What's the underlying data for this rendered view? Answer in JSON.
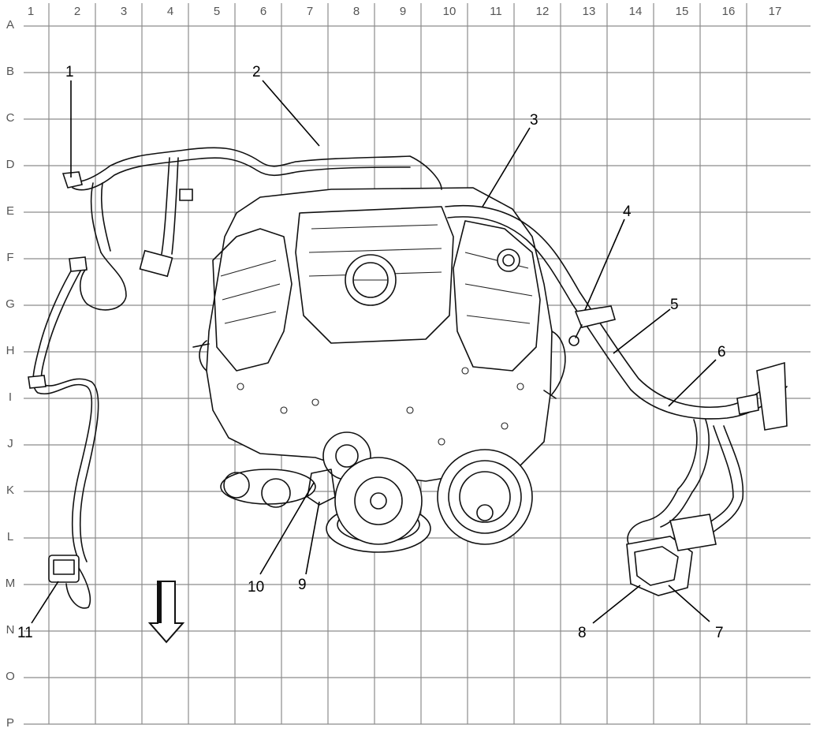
{
  "grid": {
    "columns": [
      "1",
      "2",
      "3",
      "4",
      "5",
      "6",
      "7",
      "8",
      "9",
      "10",
      "11",
      "12",
      "13",
      "14",
      "15",
      "16",
      "17"
    ],
    "rows": [
      "A",
      "B",
      "C",
      "D",
      "E",
      "F",
      "G",
      "H",
      "I",
      "J",
      "K",
      "L",
      "M",
      "N",
      "O",
      "P"
    ]
  },
  "callouts": [
    {
      "id": "callout-1",
      "label": "1"
    },
    {
      "id": "callout-2",
      "label": "2"
    },
    {
      "id": "callout-3",
      "label": "3"
    },
    {
      "id": "callout-4",
      "label": "4"
    },
    {
      "id": "callout-5",
      "label": "5"
    },
    {
      "id": "callout-6",
      "label": "6"
    },
    {
      "id": "callout-7",
      "label": "7"
    },
    {
      "id": "callout-8",
      "label": "8"
    },
    {
      "id": "callout-9",
      "label": "9"
    },
    {
      "id": "callout-10",
      "label": "10"
    },
    {
      "id": "callout-11",
      "label": "11"
    }
  ],
  "colors": {
    "grid": "#8c8c8c",
    "ink": "#111111",
    "label": "#555555"
  },
  "icons": {
    "direction_arrow": "front-direction-arrow-icon"
  }
}
